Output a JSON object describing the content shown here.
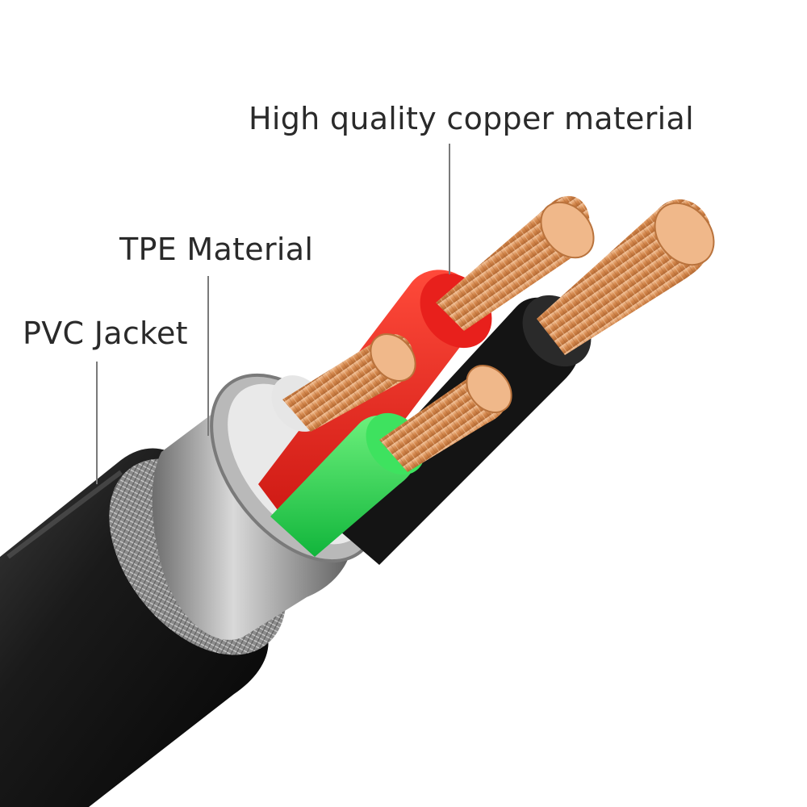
{
  "callouts": {
    "copper": "High quality copper material",
    "tpe": "TPE Material",
    "pvc": "PVC Jacket"
  },
  "colors": {
    "jacket": "#111111",
    "shield": "#9a9a9a",
    "tpe_sleeve": "#c8c8c8",
    "wire_red": "#e8201c",
    "wire_black": "#141414",
    "wire_green": "#1fd24a",
    "wire_white": "#e6e6e6",
    "copper": "#d9935c"
  }
}
